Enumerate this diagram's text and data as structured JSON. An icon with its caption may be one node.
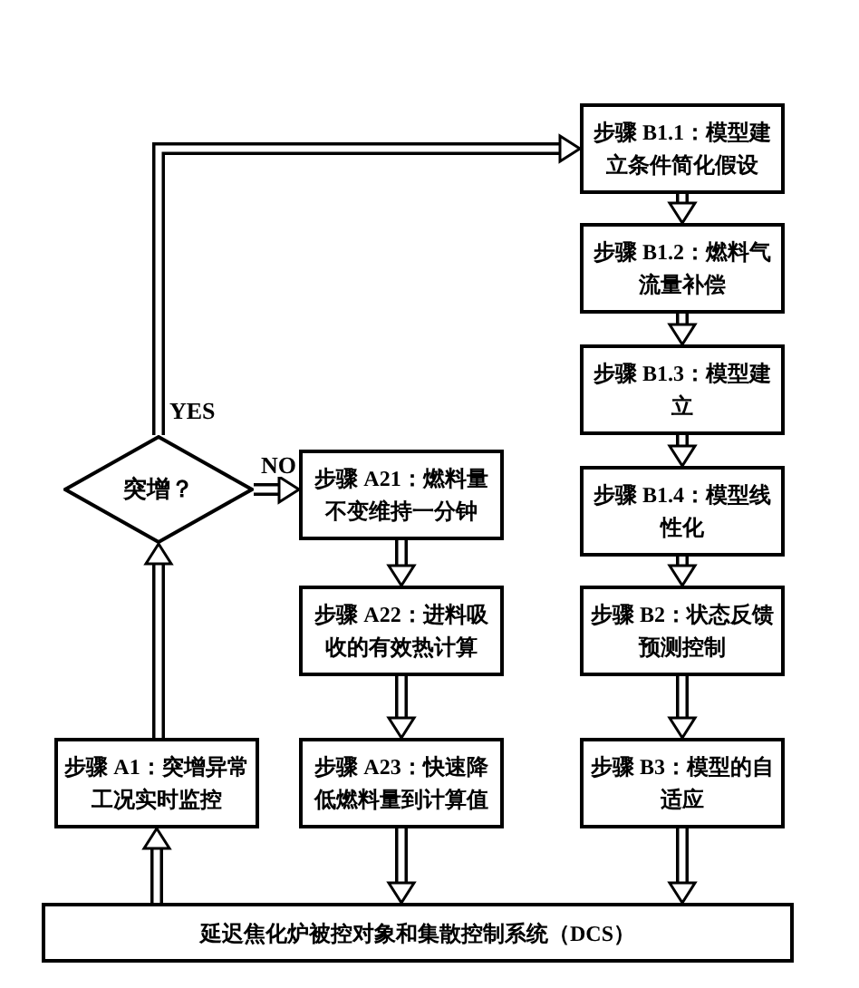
{
  "diagram": {
    "nodes": [
      {
        "text": [
          "步骤 B1.1：模型建立条件简化假设"
        ]
      },
      {
        "text": [
          "步骤 B1.2：燃料气流量补偿"
        ]
      },
      {
        "text": [
          "步骤 B1.3：模型建立"
        ]
      },
      {
        "text": [
          "步骤 B1.4：模型线性化"
        ]
      },
      {
        "text": [
          "突增？"
        ]
      },
      {
        "text": [
          "步骤 A21：燃料量不变维持一分钟"
        ]
      },
      {
        "text": [
          "步骤 B2：状态反馈预测控制"
        ]
      },
      {
        "text": [
          "步骤 A22：进料吸收的有效热计算"
        ]
      },
      {
        "text": [
          "步骤 A1：突增异常工况实时监控"
        ]
      },
      {
        "text": [
          "步骤 A23：快速降低燃料量到计算值"
        ]
      },
      {
        "text": [
          "步骤 B3：模型的自适应"
        ]
      },
      {
        "text": [
          "延迟焦化炉被控对象和集散控制系统（DCS）"
        ]
      }
    ],
    "edges": [
      {
        "from": 8,
        "to": 4,
        "arrow": "to"
      },
      {
        "from": 4,
        "to": 5,
        "arrow": "to",
        "label": "NO"
      },
      {
        "from": 4,
        "to": 0,
        "arrow": "to",
        "label": "YES"
      },
      {
        "from": 0,
        "to": 1,
        "arrow": "to"
      },
      {
        "from": 1,
        "to": 2,
        "arrow": "to"
      },
      {
        "from": 2,
        "to": 3,
        "arrow": "to"
      },
      {
        "from": 3,
        "to": 6,
        "arrow": "to"
      },
      {
        "from": 6,
        "to": 10,
        "arrow": "to"
      },
      {
        "from": 5,
        "to": 7,
        "arrow": "to"
      },
      {
        "from": 7,
        "to": 9,
        "arrow": "to"
      },
      {
        "from": 11,
        "to": 8,
        "arrow": "to"
      },
      {
        "from": 9,
        "to": 11,
        "arrow": "to"
      },
      {
        "from": 10,
        "to": 11,
        "arrow": "to"
      }
    ]
  }
}
